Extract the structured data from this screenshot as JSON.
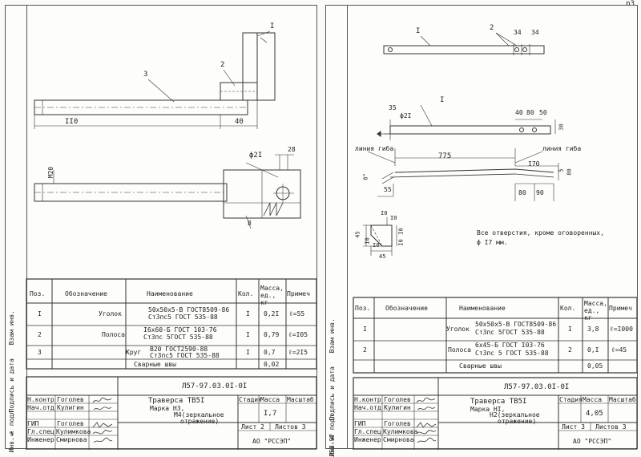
{
  "page_number": "р3",
  "side_labels": {
    "stamp_cols": [
      "Инв.№ подл",
      "Подпись и дата",
      "Взам инв."
    ],
    "series": "Л57-97"
  },
  "left": {
    "drawing": {
      "callouts": [
        "I",
        "2",
        "3"
      ],
      "dims": [
        "II0",
        "40",
        "ф2I",
        "28",
        "M20",
        "8"
      ]
    },
    "spec_table": {
      "headers": [
        "Поз.",
        "Обозначение",
        "Наименование",
        "Кол.",
        "Масса, ед., кг",
        "Примеч"
      ],
      "rows": [
        {
          "pos": "I",
          "name_prefix": "Уголок",
          "name_top": "50x50x5-В ГОСТ8509-86",
          "name_bottom": "СтЗпс5 ГОСТ 535-88",
          "qty": "I",
          "mass": "0,2I",
          "note": "ℓ=55"
        },
        {
          "pos": "2",
          "name_prefix": "Полоса",
          "name_top": "I6x60-Б ГОСТ 103-76",
          "name_bottom": "СтЗпс 5ГОСТ 535-88",
          "qty": "I",
          "mass": "0,79",
          "note": "ℓ=I05"
        },
        {
          "pos": "3",
          "name_prefix": "Круг",
          "name_top": "В20 ГОСТ2590-88",
          "name_bottom": "СтЗпс5 ГОСТ 535-88",
          "qty": "I",
          "mass": "0,7",
          "note": "ℓ=2I5"
        }
      ],
      "weld_label": "Сварные швы",
      "weld_mass": "0,02"
    },
    "title_block": {
      "doc_code": "Л57-97.03.0I-0I",
      "roles": [
        "Н.контр",
        "Нач.отд",
        "ГИП",
        "Гл.спец",
        "Инженер"
      ],
      "names": [
        "Гоголев",
        "Кулигин",
        "Гоголев",
        "Кулимкова",
        "Смирнова"
      ],
      "title_line1": "Траверса ТВ5I",
      "title_line2": "Марка НЗ,",
      "title_line3": "М4(зеркальное",
      "title_line4": "отражение)",
      "stage_label": "Стадия",
      "mass_label": "Масса",
      "scale_label": "Масштаб",
      "mass_value": "I,7",
      "sheet_text": "Лист 2",
      "sheets_text": "Листов 3",
      "org": "АО \"РССЭП\""
    }
  },
  "right": {
    "drawing": {
      "callouts": [
        "I",
        "2",
        "34",
        "34",
        "I"
      ],
      "dims": [
        "35",
        "ф2I",
        "40",
        "80",
        "50",
        "30",
        "775",
        "I70",
        "55",
        "80",
        "90",
        "8°",
        "5",
        "80",
        "I0",
        "I0",
        "45",
        "I0",
        "I0",
        "I0",
        "45",
        "I0"
      ],
      "bend_line_label": "линия гиба",
      "note_line1": "Все отверстия, кроме оговоренных,",
      "note_line2": "ф I7 мм."
    },
    "spec_table": {
      "headers": [
        "Поз.",
        "Обозначение",
        "Наименование",
        "Кол.",
        "Масса, ед., кг",
        "Примеч"
      ],
      "rows": [
        {
          "pos": "I",
          "name_prefix": "Уголок",
          "name_top": "50x50x5-В ГОСТ8509-86",
          "name_bottom": "СтЗпс 5ГОСТ 535-88",
          "qty": "I",
          "mass": "3,8",
          "note": "ℓ=I000"
        },
        {
          "pos": "2",
          "name_prefix": "Полоса",
          "name_top": "6x45-Б ГОСТ I03-76",
          "name_bottom": "СтЗпс 5 ГОСТ 535-88",
          "qty": "2",
          "mass": "0,I",
          "note": "ℓ=45"
        }
      ],
      "weld_label": "Сварные швы",
      "weld_mass": "0,05"
    },
    "title_block": {
      "doc_code": "Л57-97.03.0I-0I",
      "roles": [
        "Н.контр",
        "Нач.отд",
        "ГИП",
        "Гл.спец",
        "Инженер"
      ],
      "names": [
        "Гоголев",
        "Кулигин",
        "Гоголев",
        "Кулимкова",
        "Смирнова"
      ],
      "title_line1": "Траверса ТВ5I",
      "title_line2": "Марка НI,",
      "title_line3": "Н2(зеркальное",
      "title_line4": "отражение)",
      "stage_label": "Стадия",
      "mass_label": "Масса",
      "scale_label": "Масштаб",
      "mass_value": "4,05",
      "sheet_text": "Лист 3",
      "sheets_text": "Листов 3",
      "org": "АО \"РССЭП\""
    }
  }
}
